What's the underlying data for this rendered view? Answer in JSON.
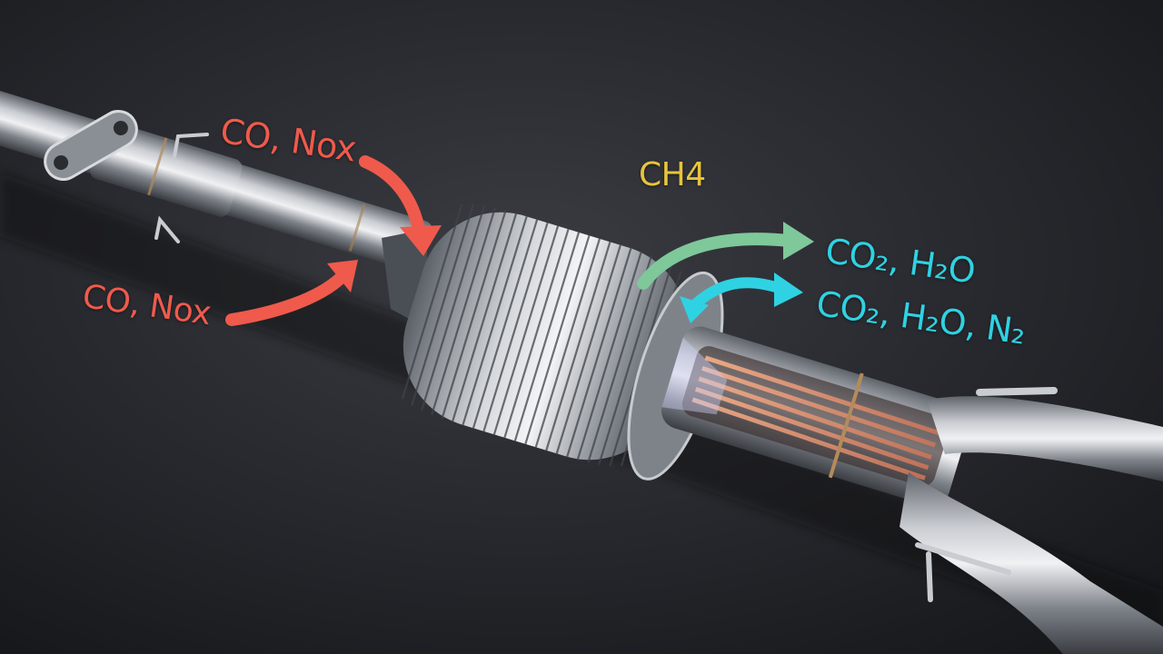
{
  "labels": {
    "inlet_top": "CO, Nox",
    "inlet_bottom": "CO, Nox",
    "methane": "CH4",
    "outlet_1": "CO₂, H₂O",
    "outlet_2": "CO₂, H₂O, N₂"
  },
  "colors": {
    "inlet_red": "#ef5a4c",
    "methane_yellow": "#e8c43a",
    "outlet_green": "#7fc89a",
    "outlet_cyan": "#2fd2e2",
    "background": "#1c1d21"
  }
}
